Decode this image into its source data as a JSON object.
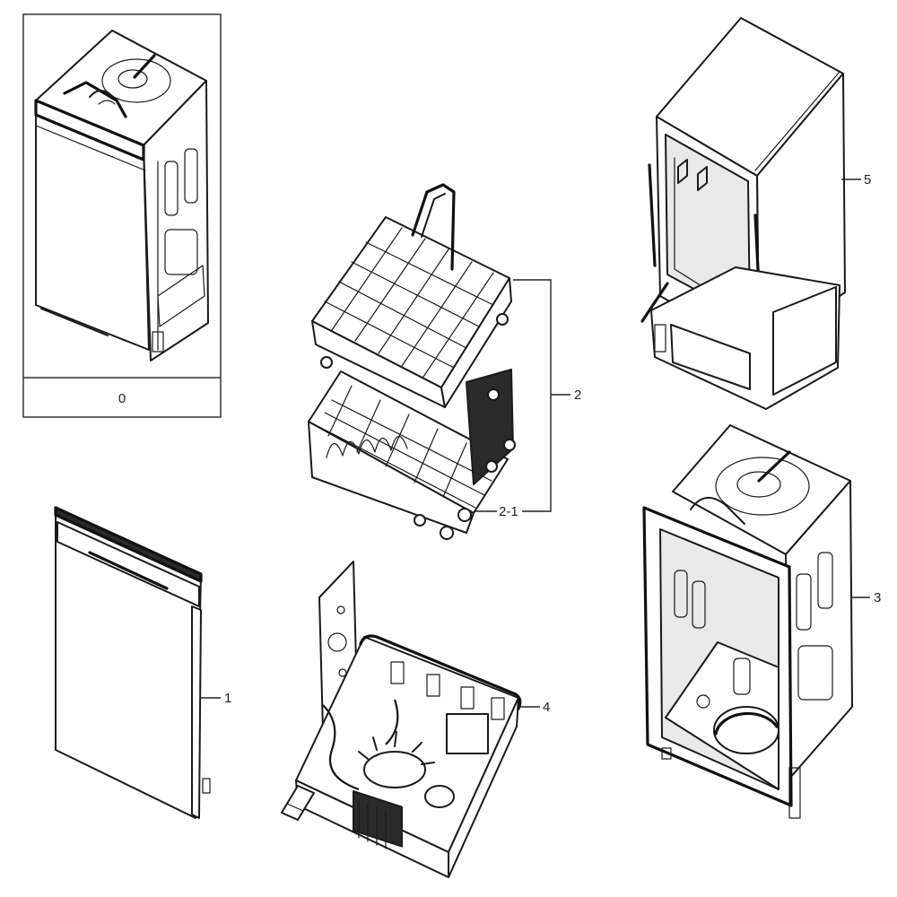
{
  "callouts": {
    "assembly": "0",
    "door": "1",
    "racks": "2",
    "lower_rack": "2-1",
    "tub": "3",
    "base": "4",
    "cabinet": "5"
  },
  "colors": {
    "ink": "#1a1a1a",
    "paper": "#ffffff",
    "frame": "#333333"
  }
}
